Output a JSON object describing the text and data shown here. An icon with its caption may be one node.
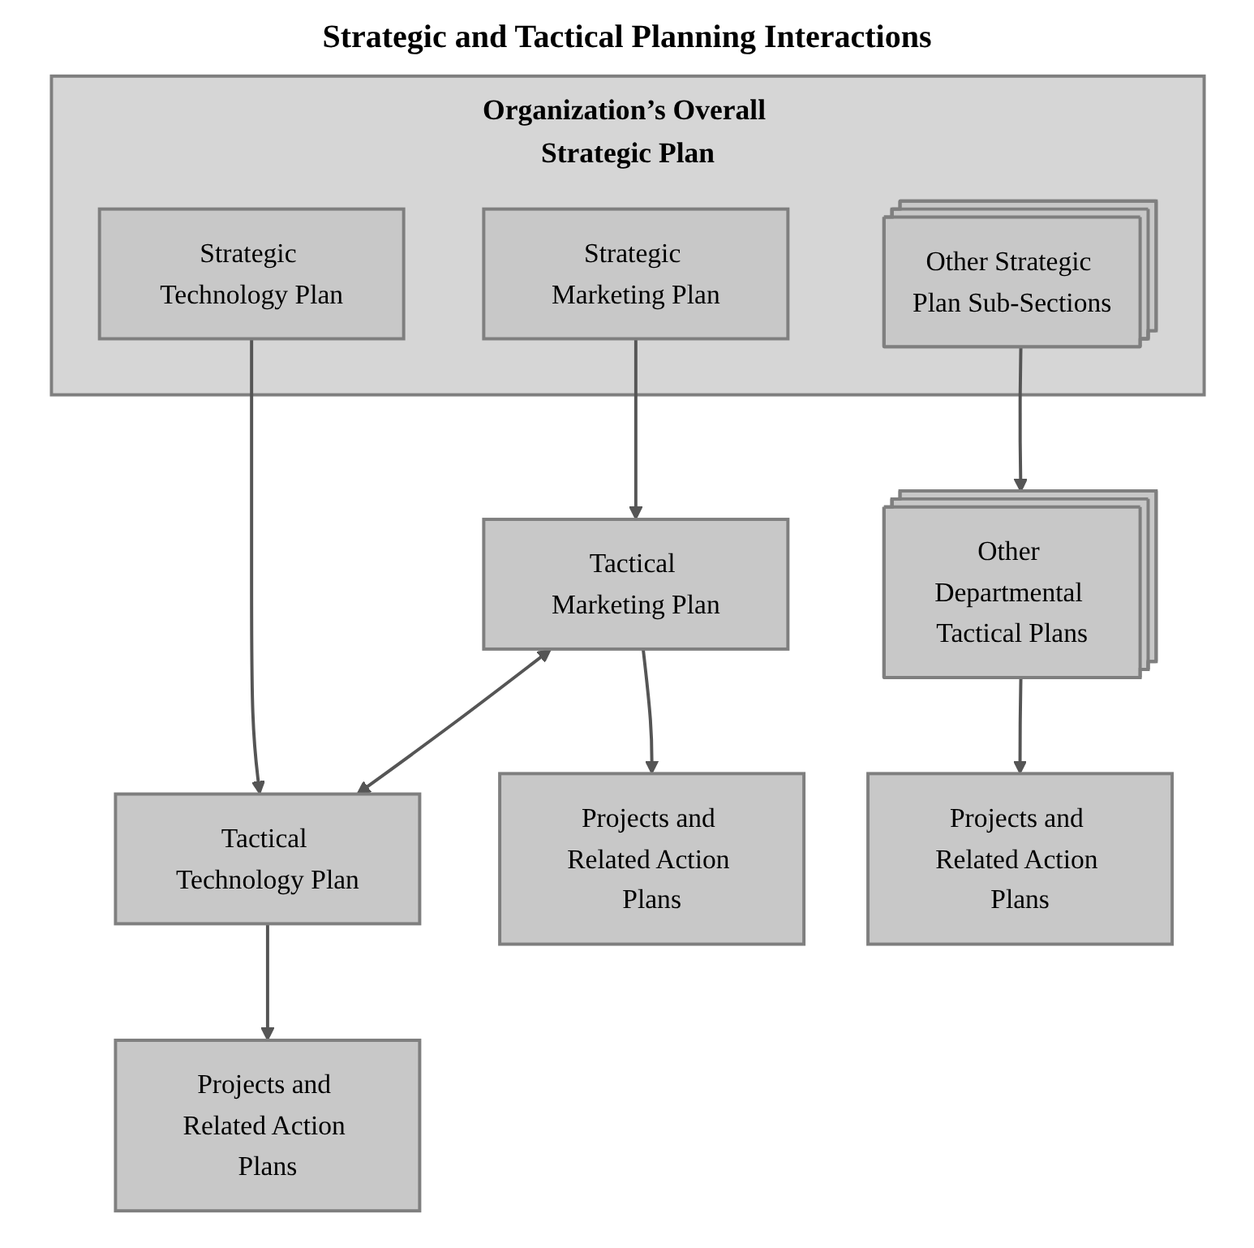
{
  "diagram": {
    "title": "Strategic and Tactical Planning Interactions",
    "nodes": [
      {
        "text": [
          "Organization’s Overall Strategic Plan"
        ]
      },
      {
        "text": [
          "Strategic Marketing Plan"
        ],
        "in": 0
      },
      {
        "text": [
          "Strategic Technology Plan"
        ],
        "in": 0
      },
      {
        "text": [
          "Other Strategic Plan Sub-Sections"
        ],
        "in": 0
      },
      {
        "text": [
          "Tactical Marketing Plan"
        ]
      },
      {
        "text": [
          "Tactical Technology Plan"
        ]
      },
      {
        "text": [
          "Other Departmental Tactical Plans"
        ]
      },
      {
        "text": [
          "Projects and Related Action Plans"
        ]
      },
      {
        "text": [
          "Projects and Related Action Plans"
        ]
      },
      {
        "text": [
          "Projects and Related Action Plans"
        ]
      }
    ],
    "edges": [
      {
        "from": 1,
        "to": 4,
        "arrow": "to"
      },
      {
        "from": 2,
        "to": 5,
        "arrow": "to"
      },
      {
        "from": 3,
        "to": 6,
        "arrow": "to"
      },
      {
        "from": 4,
        "to": 5,
        "arrow": "both"
      },
      {
        "from": 4,
        "to": 7,
        "arrow": "to"
      },
      {
        "from": 5,
        "to": 8,
        "arrow": "to"
      },
      {
        "from": 6,
        "to": 9,
        "arrow": "to"
      }
    ]
  }
}
